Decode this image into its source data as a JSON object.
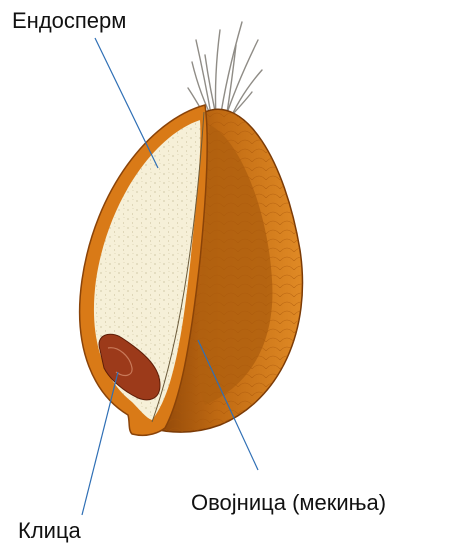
{
  "labels": {
    "endosperm": "Ендосперм",
    "bran": "Овојница (мекиња)",
    "germ": "Клица"
  },
  "colors": {
    "bran_outer": "#d97a17",
    "bran_inner": "#b85f0f",
    "bran_dark": "#8a4308",
    "endosperm": "#f6f0d8",
    "germ": "#9c3a1a",
    "leader_line": "#2f6fb5",
    "hair": "#8f8c86"
  }
}
